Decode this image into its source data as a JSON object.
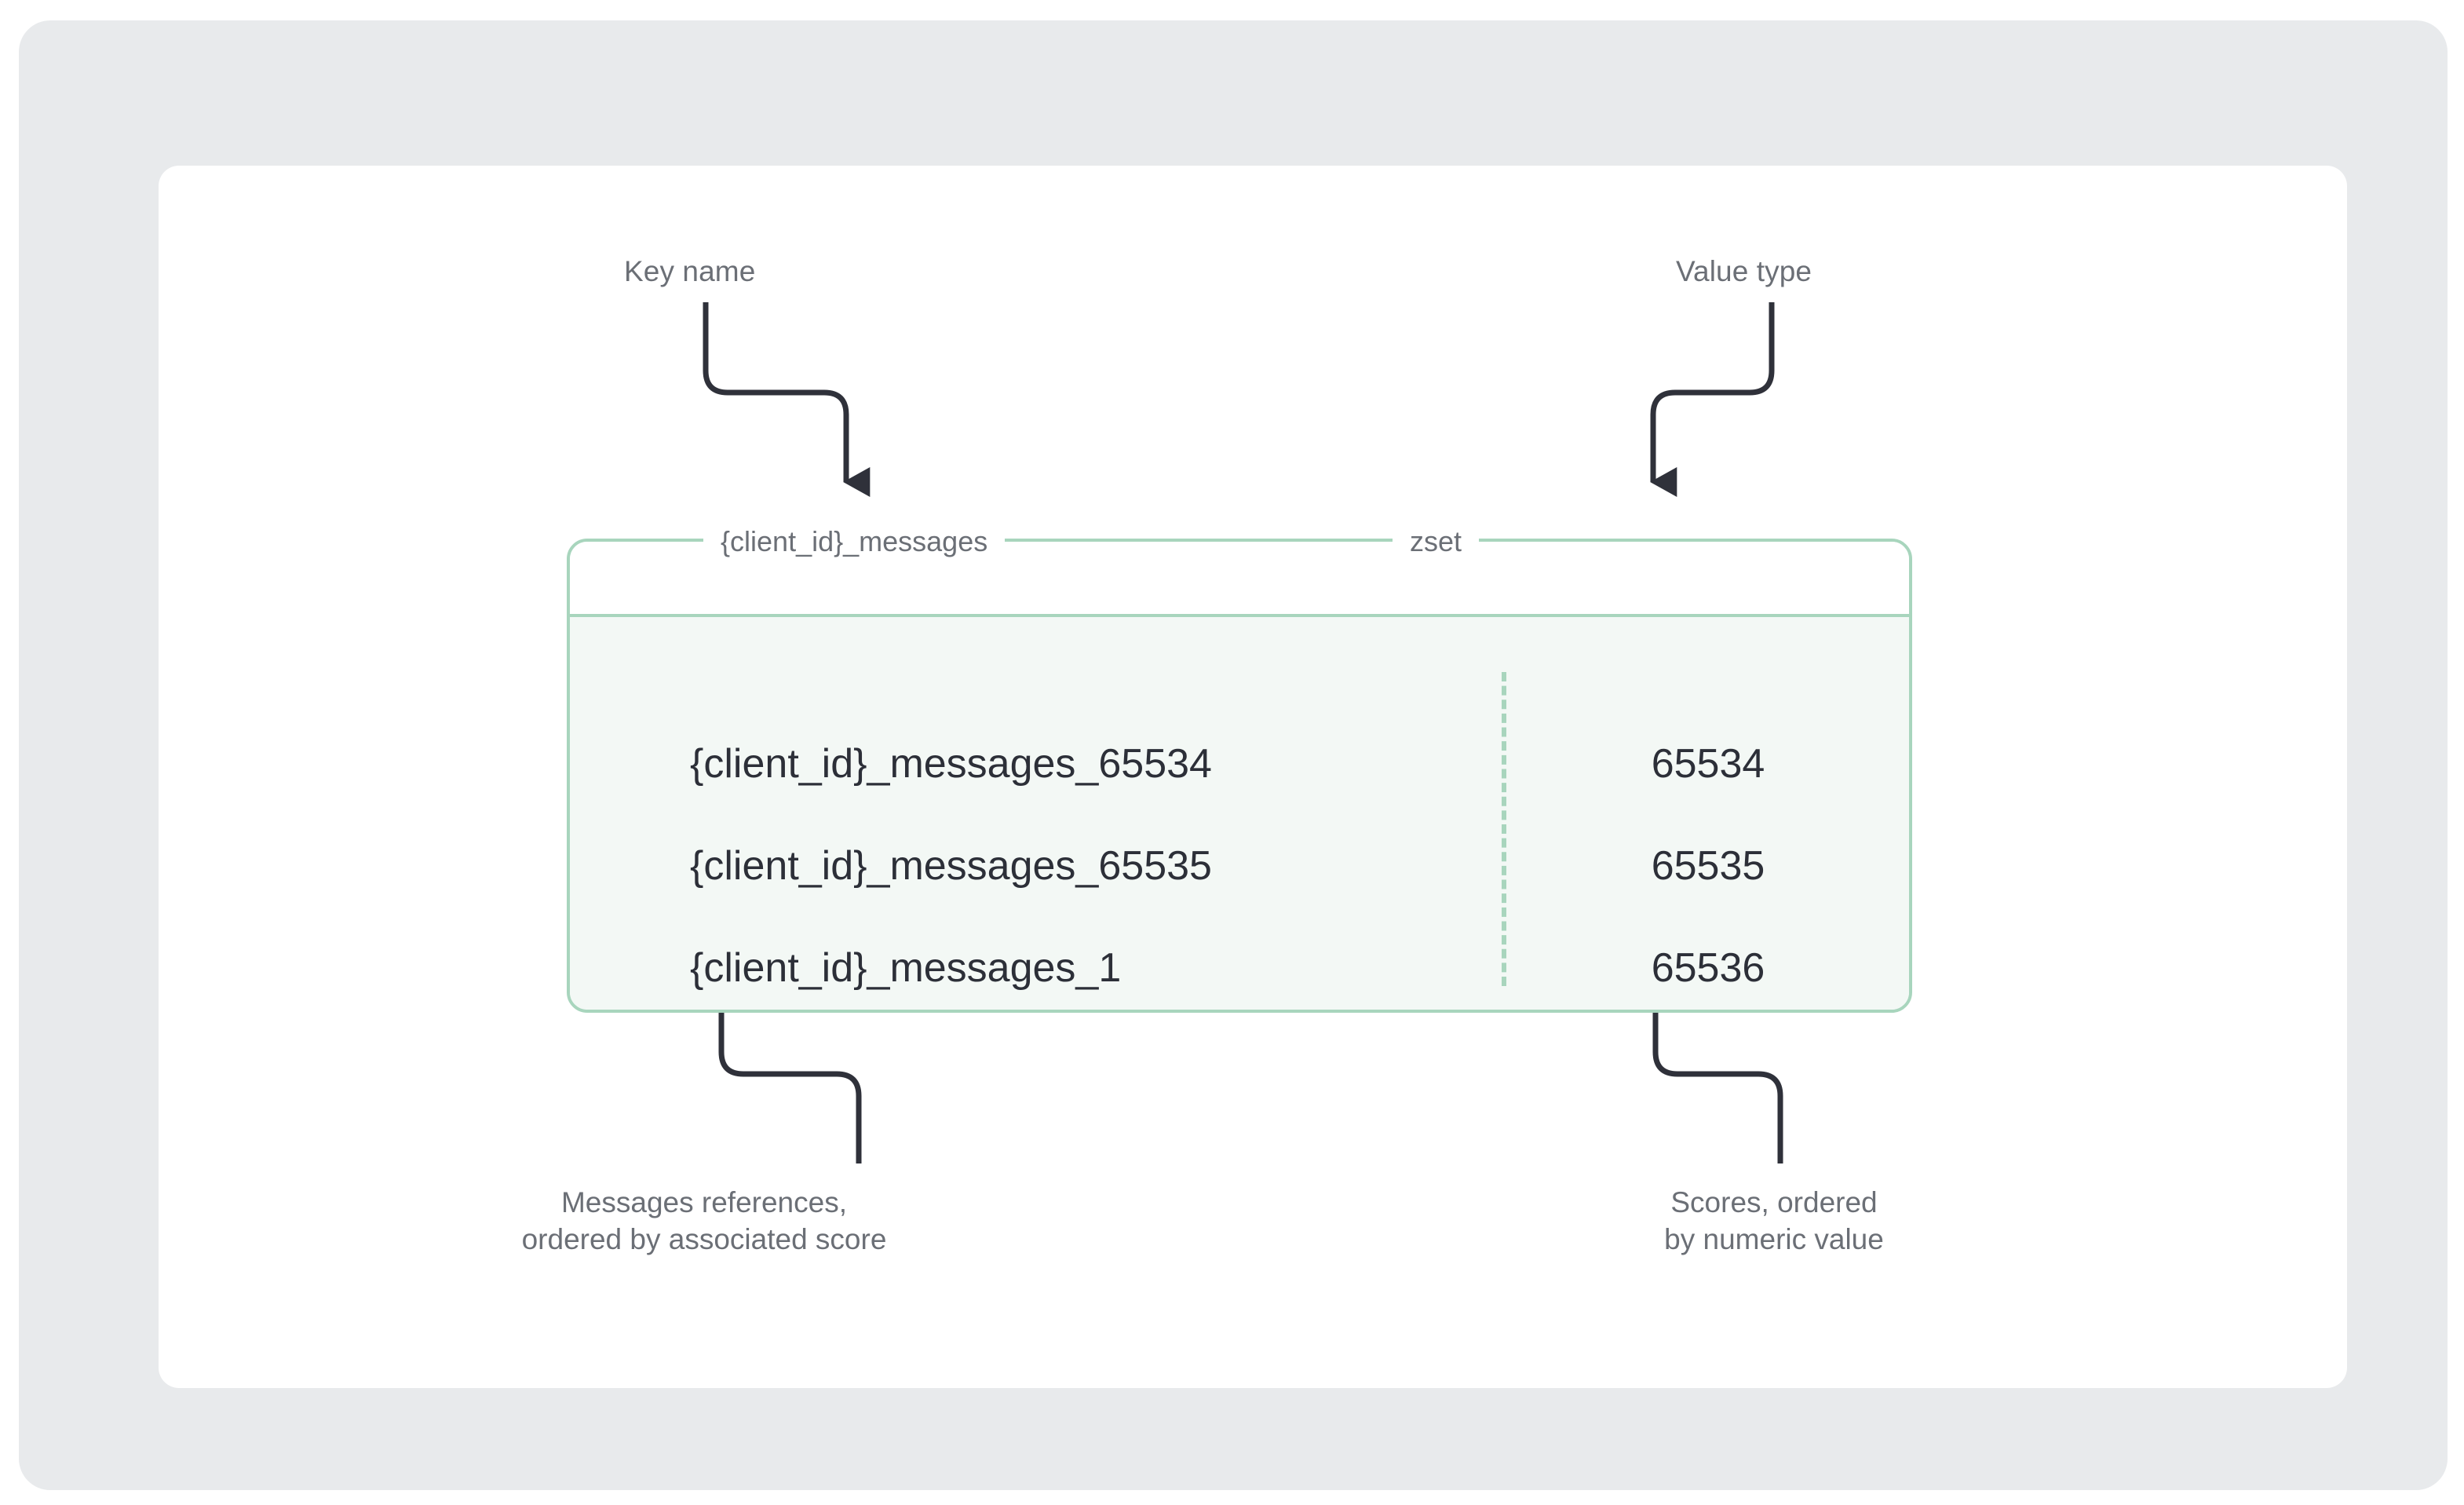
{
  "diagram": {
    "title_box": {
      "key_name": "{client_id}_messages",
      "value_type": "zset"
    },
    "top_callouts": [
      {
        "id": "key-name",
        "text": "Key name"
      },
      {
        "id": "value-type",
        "text": "Value type"
      }
    ],
    "bottom_callouts": [
      {
        "id": "messages-references",
        "line1": "Messages references,",
        "line2": "ordered by associated score"
      },
      {
        "id": "scores",
        "line1": "Scores, ordered",
        "line2": "by numeric value"
      }
    ],
    "rows": [
      {
        "member": "{client_id}_messages_65534",
        "score": "65534"
      },
      {
        "member": "{client_id}_messages_65535",
        "score": "65535"
      },
      {
        "member": "{client_id}_messages_1",
        "score": "65536"
      }
    ],
    "colors": {
      "page_background": "#ffffff",
      "outer_panel": "#e8eaec",
      "card": "#ffffff",
      "box_border": "#a8d5bd",
      "box_body_fill": "#f3f8f5",
      "divider_dash": "#a8d5bd",
      "label_text": "#6b6f76",
      "row_text": "#2c2f38",
      "connector_line": "#2f313a"
    }
  }
}
